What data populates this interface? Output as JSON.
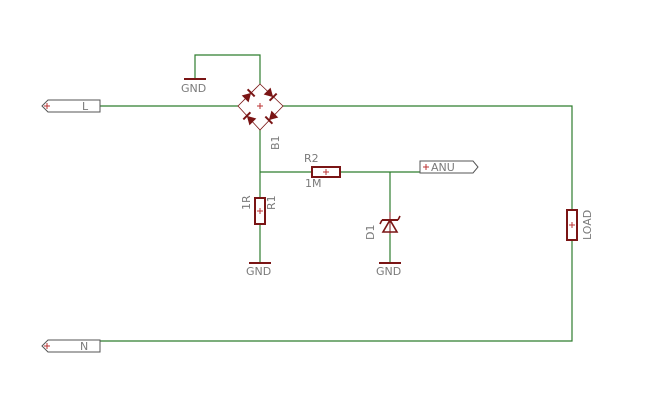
{
  "colors": {
    "wire": "#2e7d2e",
    "symbol": "#7a1515",
    "text": "#7a7a7a",
    "background": "#ffffff"
  },
  "labels": {
    "line_port": "L",
    "neutral_port": "N",
    "adc_port": "ANU",
    "gnd_top": "GND",
    "gnd_r1": "GND",
    "gnd_d1": "GND",
    "bridge": "B1",
    "r1_name": "R1",
    "r1_value": "1R",
    "r2_name": "R2",
    "r2_value": "1M",
    "d1_name": "D1",
    "load": "LOAD"
  }
}
